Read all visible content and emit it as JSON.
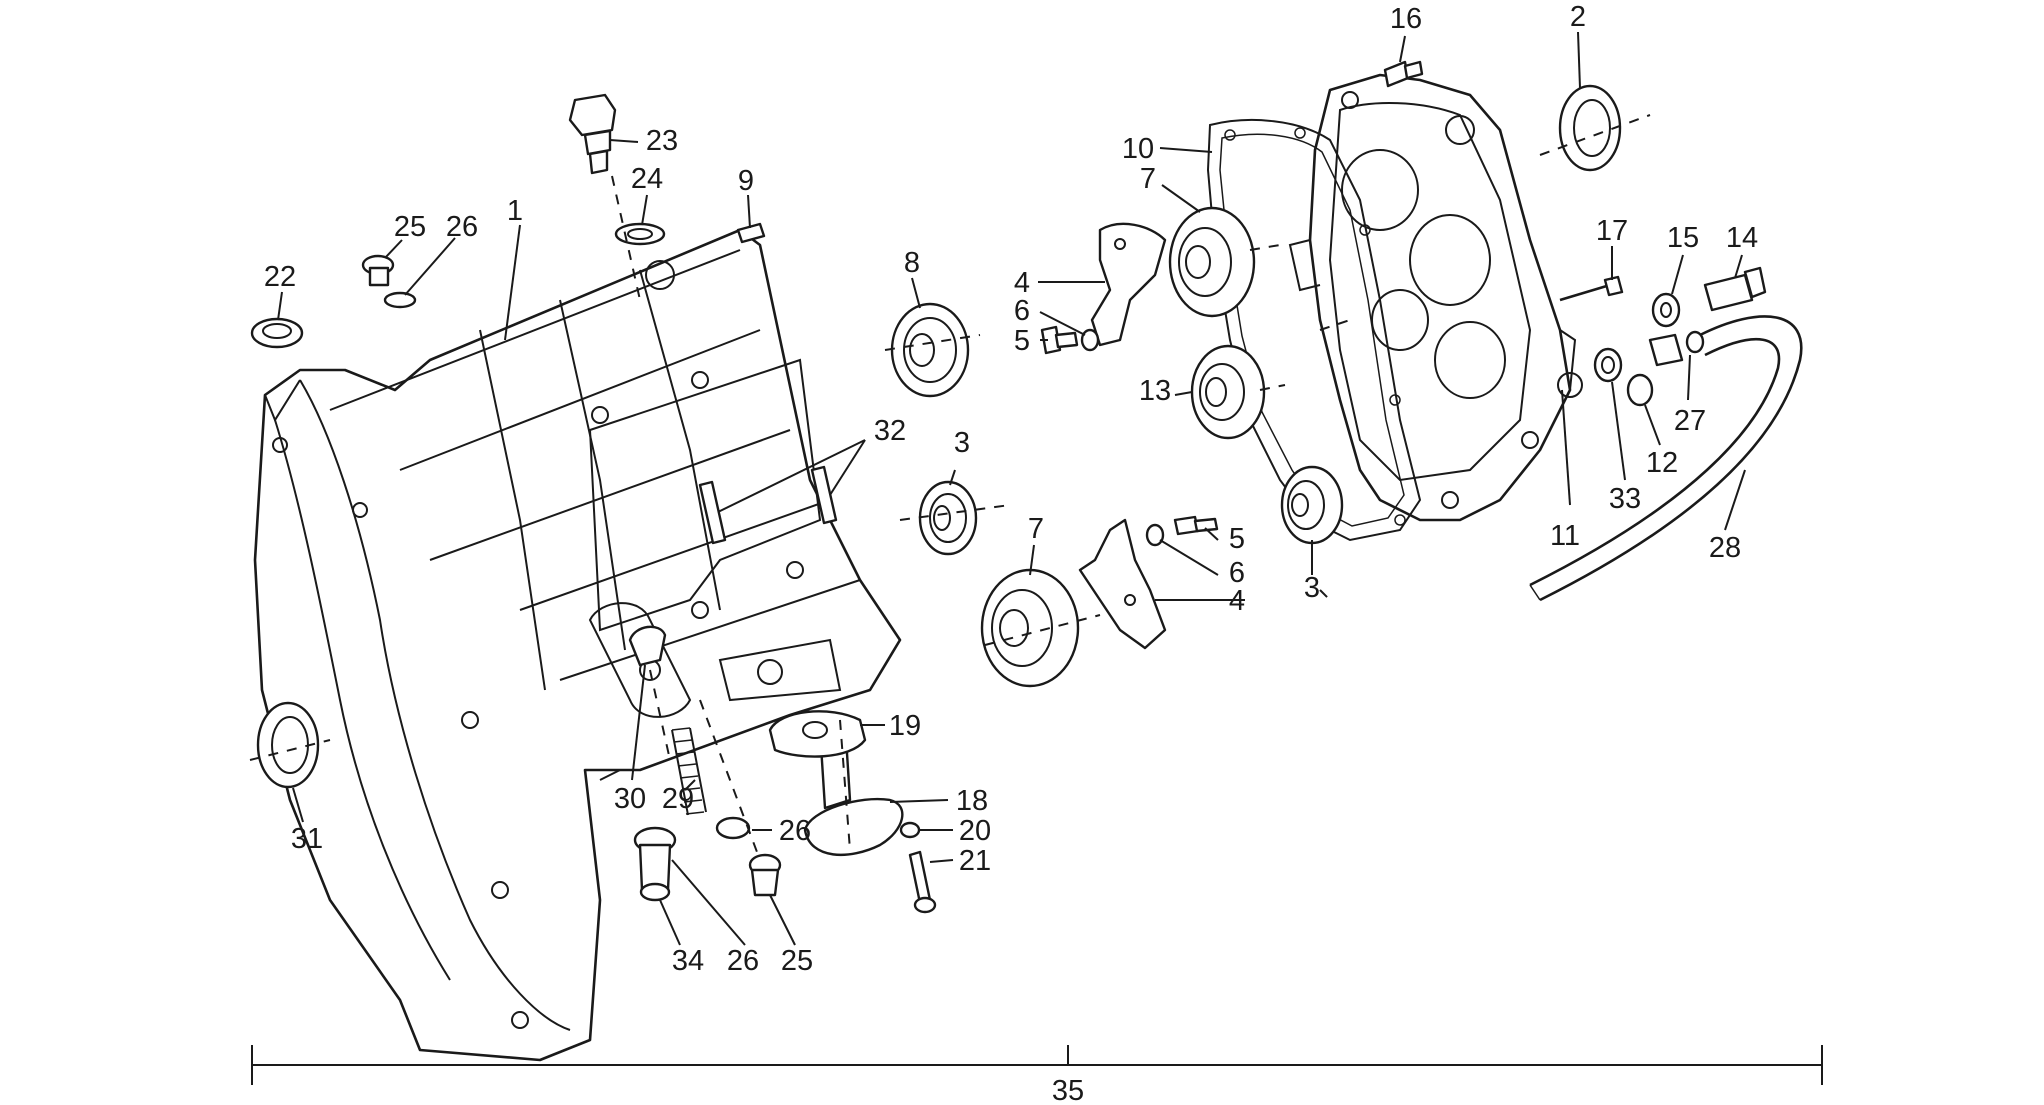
{
  "callouts": {
    "c1": "1",
    "c2": "2",
    "c3a": "3",
    "c3b": "3",
    "c4a": "4",
    "c4b": "4",
    "c5a": "5",
    "c5b": "5",
    "c6a": "6",
    "c6b": "6",
    "c7a": "7",
    "c7b": "7",
    "c8": "8",
    "c9": "9",
    "c10": "10",
    "c11": "11",
    "c12": "12",
    "c13": "13",
    "c14": "14",
    "c15": "15",
    "c16": "16",
    "c17": "17",
    "c18": "18",
    "c19": "19",
    "c20": "20",
    "c21": "21",
    "c22": "22",
    "c23": "23",
    "c24": "24",
    "c25a": "25",
    "c25b": "25",
    "c26a": "26",
    "c26b": "26",
    "c26c": "26",
    "c27": "27",
    "c28": "28",
    "c29": "29",
    "c30": "30",
    "c31": "31",
    "c32": "32",
    "c33": "33",
    "c34": "34",
    "c35": "35"
  }
}
